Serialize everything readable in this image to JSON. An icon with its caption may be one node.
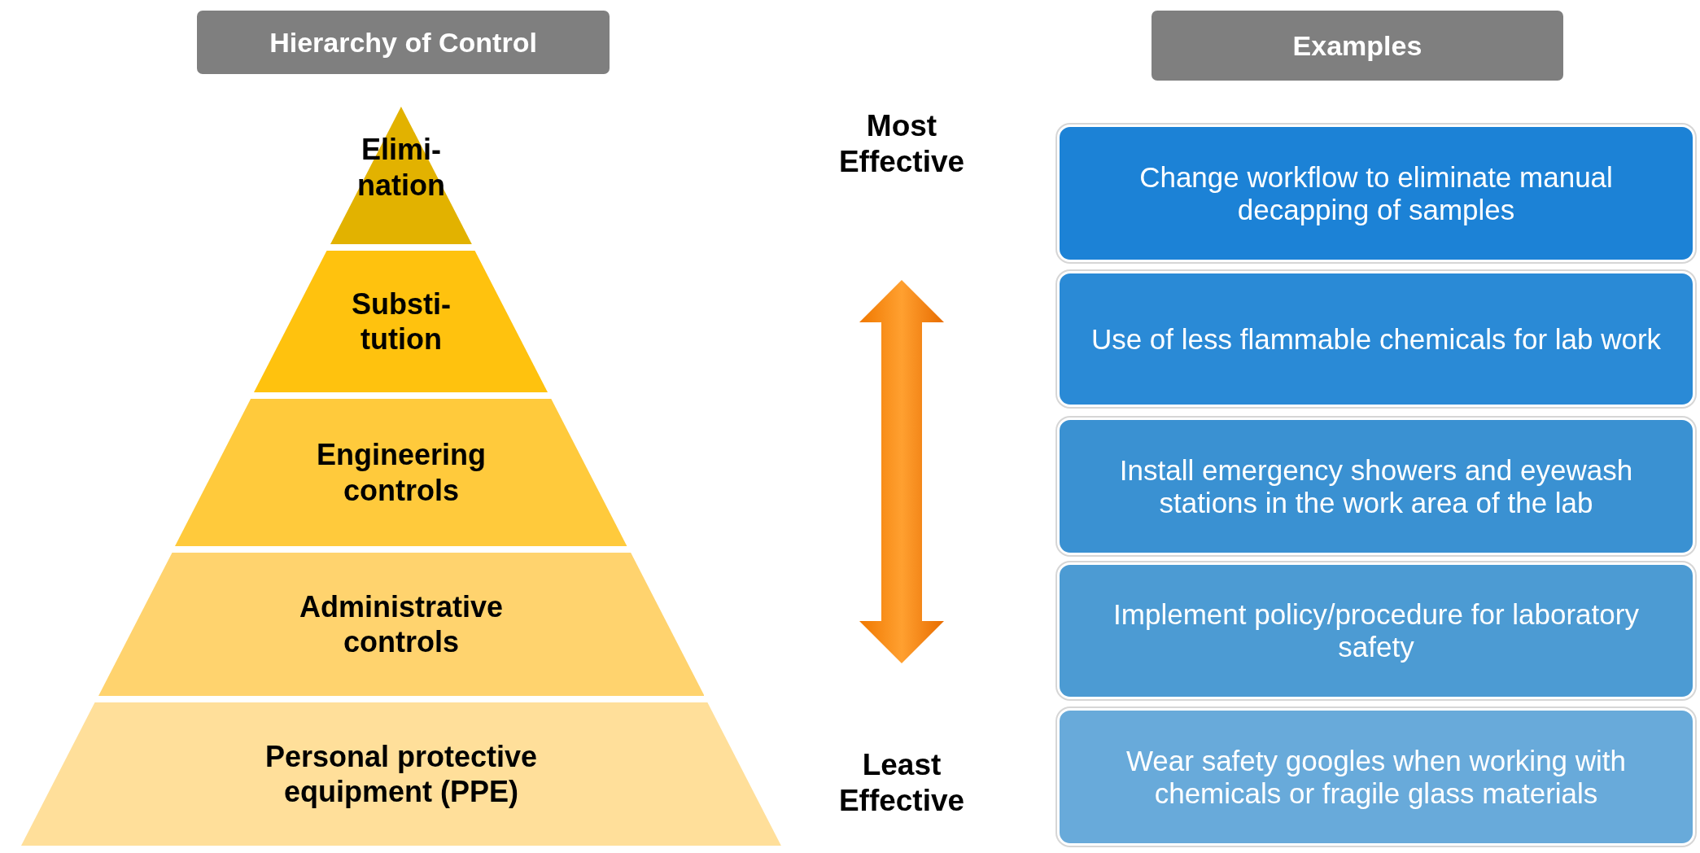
{
  "diagram": {
    "nodes": [
      {
        "text": [
          "Hierarchy of Control"
        ]
      },
      {
        "text": [
          "Elimi- nation"
        ]
      },
      {
        "text": [
          "Substi- tution"
        ]
      },
      {
        "text": [
          "Engineering controls"
        ]
      },
      {
        "text": [
          "Administrative controls"
        ]
      },
      {
        "text": [
          "Personal protective equipment (PPE)"
        ]
      },
      {
        "text": [
          "Examples"
        ]
      },
      {
        "text": [
          "Change workflow to eliminate manual decapping of samples"
        ]
      },
      {
        "text": [
          "Use of less flammable chemicals for lab work"
        ]
      },
      {
        "text": [
          "Install emergency showers and eyewash stations in the work area of the lab"
        ]
      },
      {
        "text": [
          "Implement policy/procedure for laboratory safety"
        ]
      },
      {
        "text": [
          "Wear safety googles when working with chemicals or fragile glass materials"
        ]
      }
    ],
    "edges": [],
    "labels": [
      "Most Effective",
      "Least Effective"
    ]
  }
}
